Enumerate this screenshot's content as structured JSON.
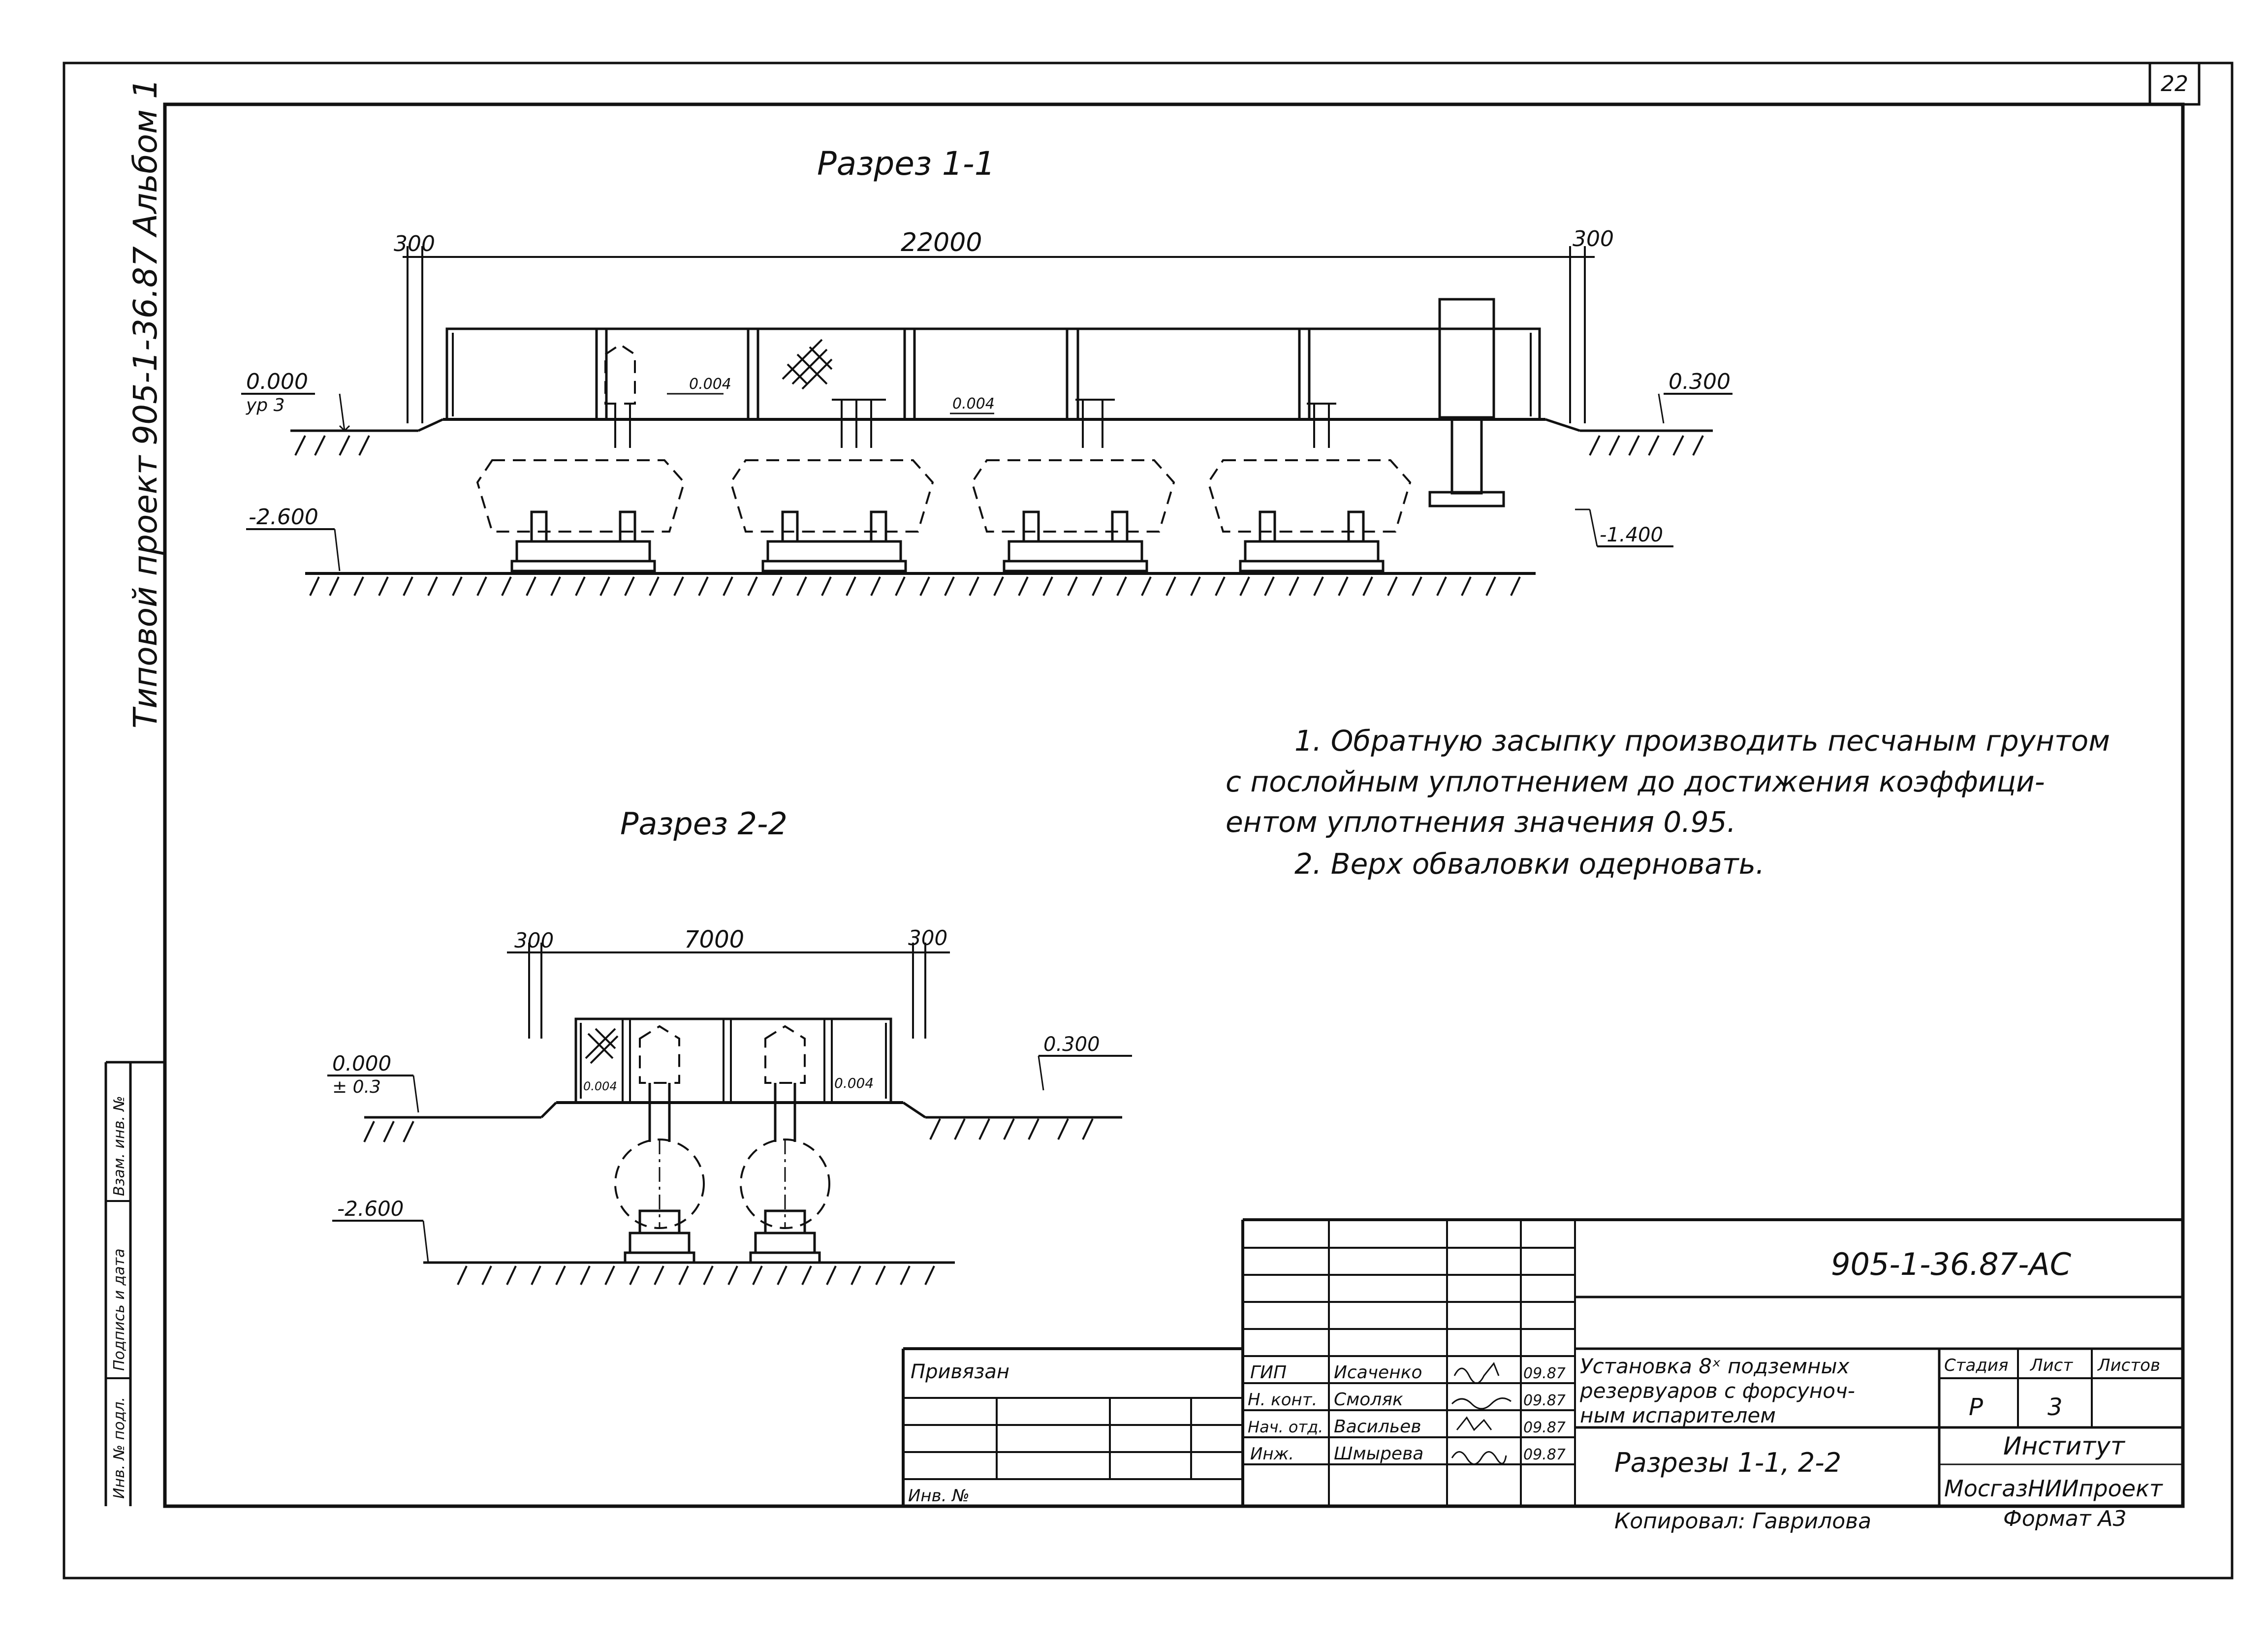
{
  "sheet": {
    "page_number": "22",
    "side_label": "Типовой проект 905-1-36.87 Альбом 1",
    "side_stamp": [
      "Инв. № подл.",
      "Подпись и дата",
      "Взам. инв. №"
    ],
    "copied_by": "Копировал: Гаврилова",
    "format": "Формат А3"
  },
  "section1": {
    "title": "Разрез 1-1",
    "dim_left": "300",
    "dim_total": "22000",
    "dim_right": "300",
    "level_left": "0.000",
    "level_left_sub": "ур 3",
    "level_right": "0.300",
    "level_bottom": "-2.600",
    "level_column": "-1.400",
    "slope_1": "0.004",
    "slope_2": "0.004"
  },
  "section2": {
    "title": "Разрез 2-2",
    "dim_left": "300",
    "dim_total": "7000",
    "dim_right": "300",
    "level_left": "0.000",
    "level_left_sub": "± 0.3",
    "level_right": "0.300",
    "level_bottom": "-2.600",
    "slope_1": "0.004",
    "slope_2": "0.004"
  },
  "notes": [
    "1. Обратную засыпку производить песчаным грунтом",
    "с послойным уплотнением до достижения коэффици-",
    "ентом уплотнения значения 0.95.",
    "2. Верх обваловки одерновать."
  ],
  "title_block": {
    "code": "905-1-36.87-АС",
    "privyazan": "Привязан",
    "inv_no": "Инв. №",
    "roles": [
      {
        "role": "ГИП",
        "name": "Исаченко",
        "date": "09.87"
      },
      {
        "role": "Н. конт.",
        "name": "Смоляк",
        "date": "09.87"
      },
      {
        "role": "Нач. отд.",
        "name": "Васильев",
        "date": "09.87"
      },
      {
        "role": "Инж.",
        "name": "Шмырева",
        "date": "09.87"
      }
    ],
    "title_line1": "Установка 8ˣ подземных",
    "title_line2": "резервуаров с форсуноч-",
    "title_line3": "ным испарителем",
    "drawing_name": "Разрезы 1-1, 2-2",
    "stage_label": "Стадия",
    "sheet_label": "Лист",
    "sheets_label": "Листов",
    "stage": "Р",
    "sheet": "3",
    "institute_label": "Институт",
    "institute": "МосгазНИИпроект"
  }
}
